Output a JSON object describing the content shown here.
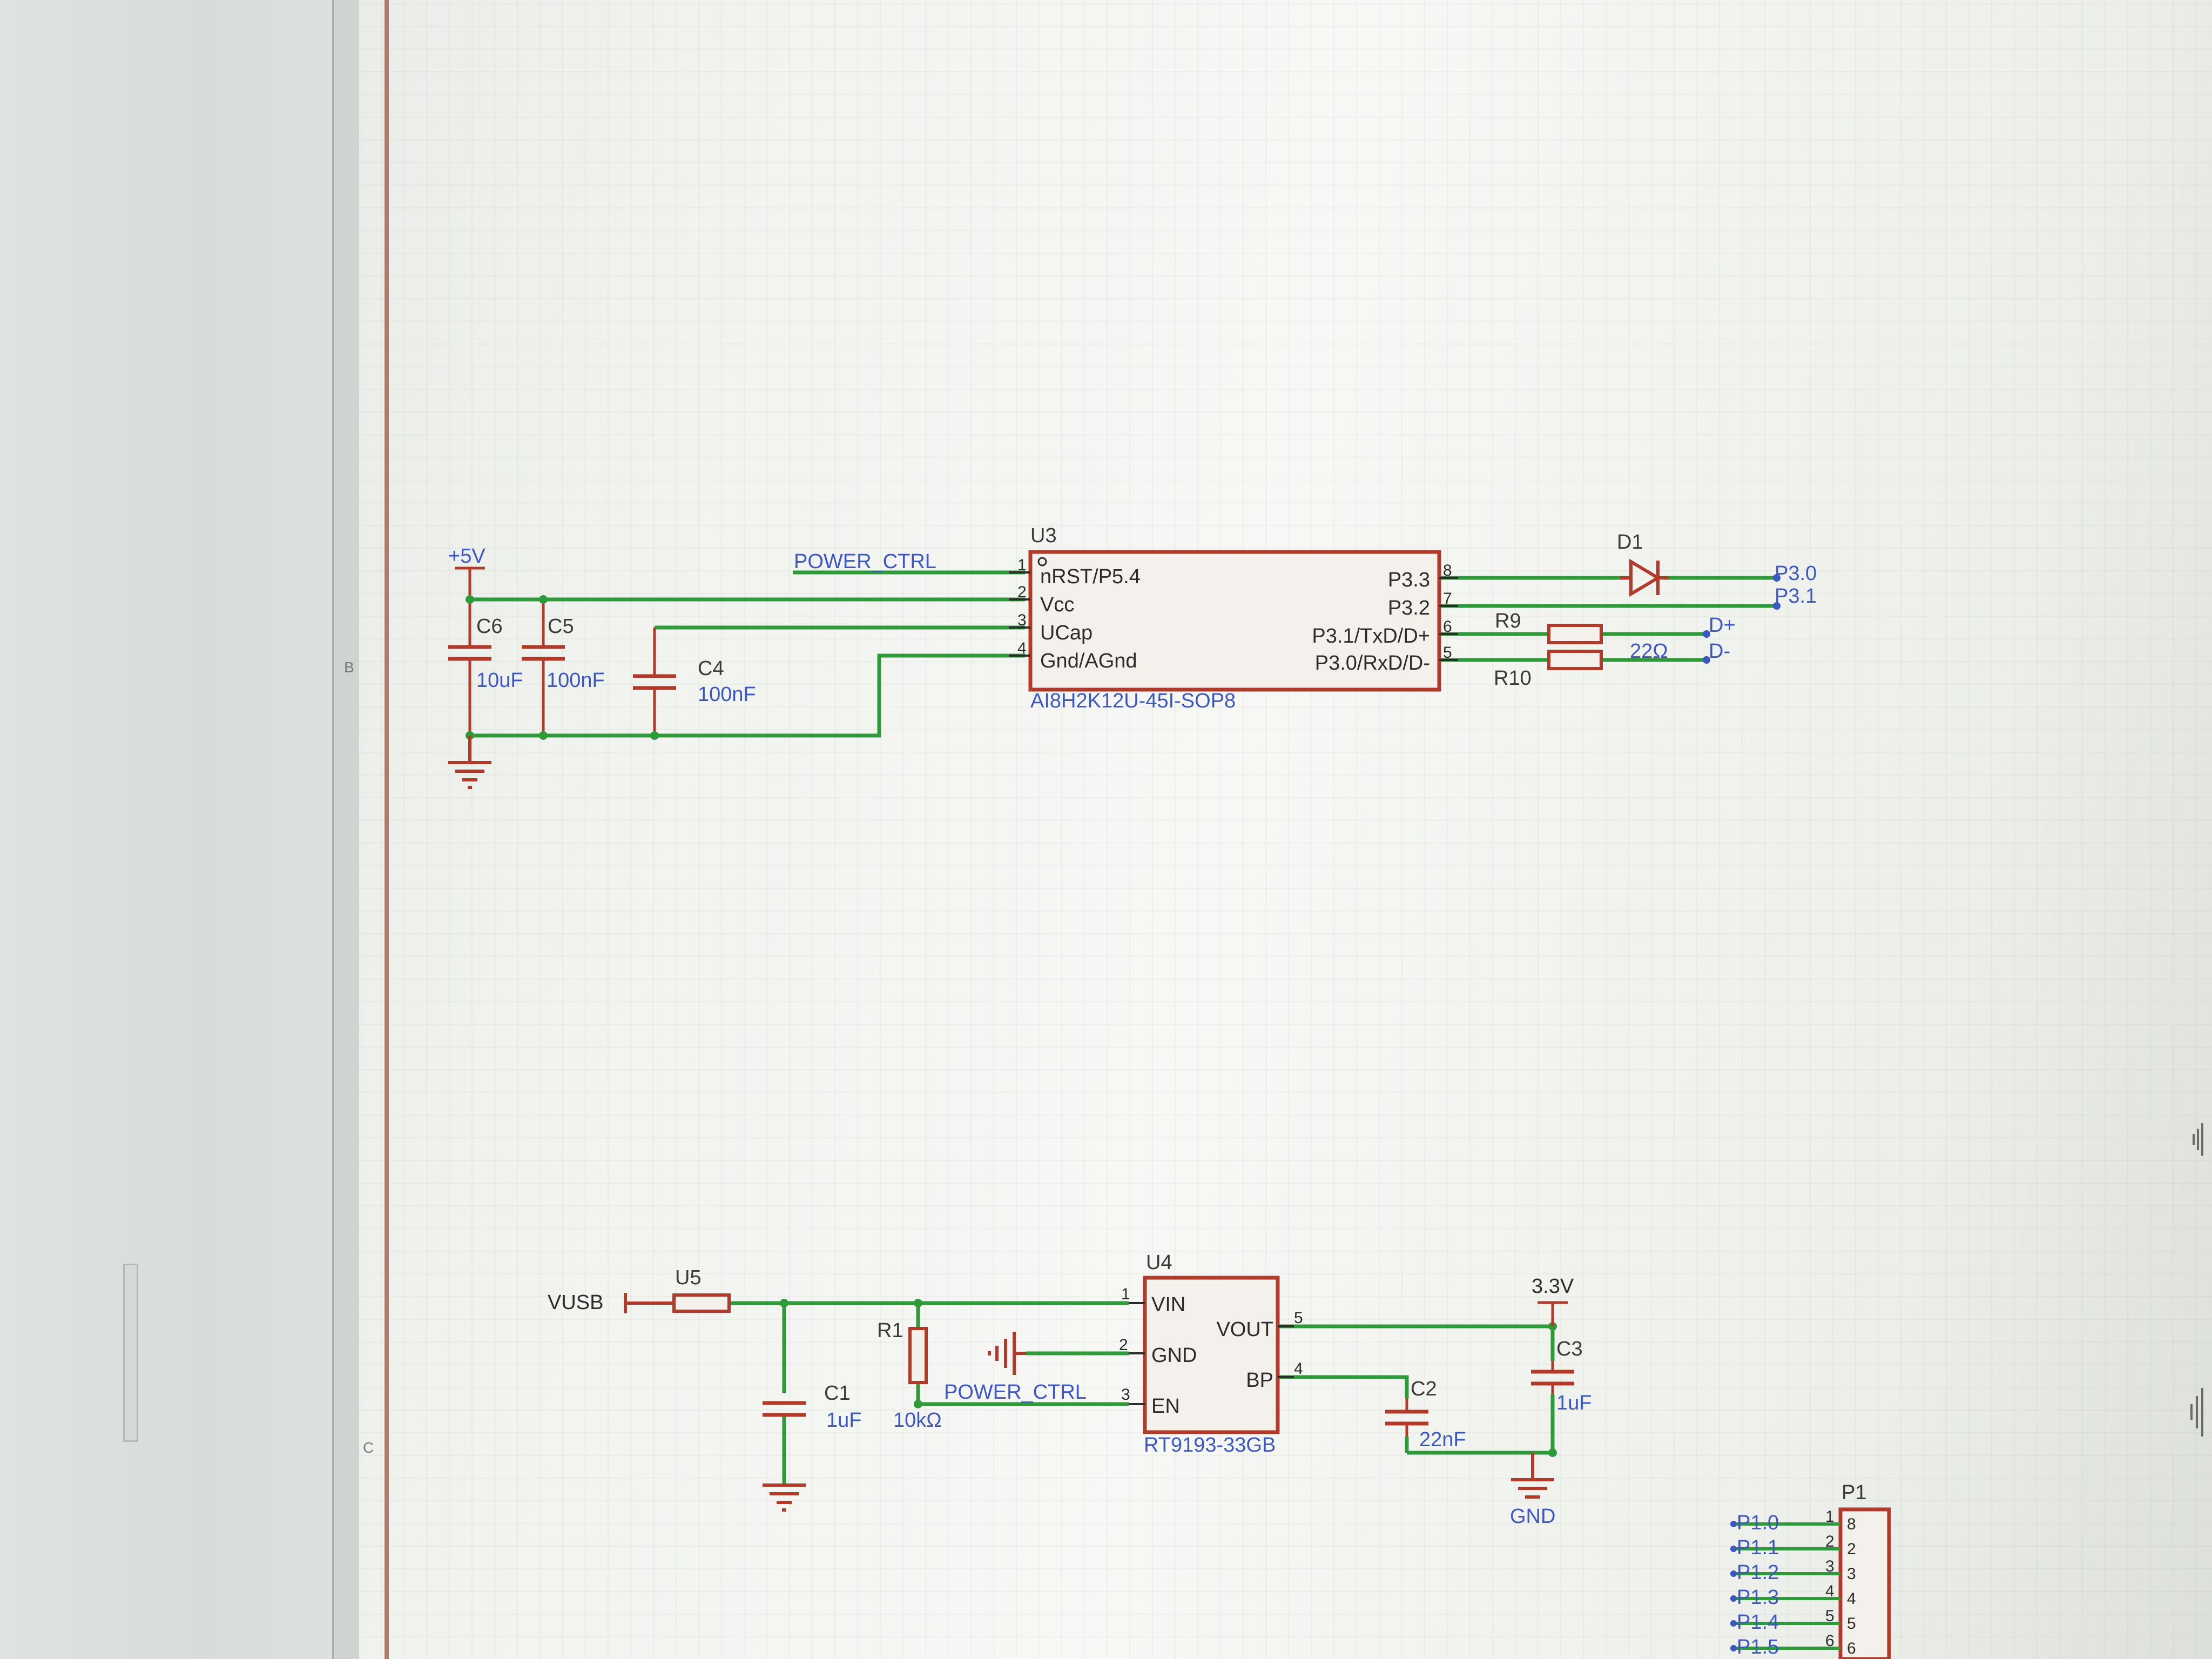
{
  "sheet": {
    "zone_labels": [
      "B",
      "C"
    ]
  },
  "u3": {
    "ref": "U3",
    "part": "AI8H2K12U-45I-SOP8",
    "left_pins": [
      {
        "num": "1",
        "name": "nRST/P5.4"
      },
      {
        "num": "2",
        "name": "Vcc"
      },
      {
        "num": "3",
        "name": "UCap"
      },
      {
        "num": "4",
        "name": "Gnd/AGnd"
      }
    ],
    "right_pins": [
      {
        "num": "8",
        "name": "P3.3"
      },
      {
        "num": "7",
        "name": "P3.2"
      },
      {
        "num": "6",
        "name": "P3.1/TxD/D+"
      },
      {
        "num": "5",
        "name": "P3.0/RxD/D-"
      }
    ]
  },
  "top_circuit": {
    "power_net": "+5V",
    "power_ctrl_net": "POWER_CTRL",
    "caps": [
      {
        "ref": "C6",
        "value": "10uF"
      },
      {
        "ref": "C5",
        "value": "100nF"
      },
      {
        "ref": "C4",
        "value": "100nF"
      }
    ],
    "diode_ref": "D1",
    "resistors": [
      {
        "ref": "R9",
        "value": "22Ω"
      },
      {
        "ref": "R10",
        "value": ""
      }
    ],
    "nets_right": [
      "P3.0",
      "P3.1",
      "D+",
      "D-"
    ]
  },
  "u4": {
    "ref": "U4",
    "part": "RT9193-33GB",
    "left_pins": [
      {
        "num": "1",
        "name": "VIN"
      },
      {
        "num": "2",
        "name": "GND"
      },
      {
        "num": "3",
        "name": "EN"
      }
    ],
    "right_pins": [
      {
        "num": "5",
        "name": "VOUT"
      },
      {
        "num": "4",
        "name": "BP"
      }
    ]
  },
  "bottom_circuit": {
    "input_net": "VUSB",
    "fuse_ref": "U5",
    "power_ctrl_net": "POWER_CTRL",
    "c1": {
      "ref": "C1",
      "value": "1uF"
    },
    "r1": {
      "ref": "R1",
      "value": "10kΩ"
    },
    "c2": {
      "ref": "C2",
      "value": "22nF"
    },
    "c3": {
      "ref": "C3",
      "value": "1uF"
    },
    "out_net": "3.3V",
    "gnd_net": "GND"
  },
  "p1": {
    "ref": "P1",
    "nets": [
      "P1.0",
      "P1.1",
      "P1.2",
      "P1.3",
      "P1.4",
      "P1.5"
    ],
    "pins": [
      "1",
      "2",
      "3",
      "4",
      "5",
      "6"
    ],
    "pin_names": [
      "8",
      "2",
      "3",
      "4",
      "5",
      "6"
    ]
  },
  "colors": {
    "wire": "#2f9a3a",
    "component": "#b23a2a",
    "label_blue": "#3b57c4",
    "sheet_border": "#b07a6e"
  }
}
